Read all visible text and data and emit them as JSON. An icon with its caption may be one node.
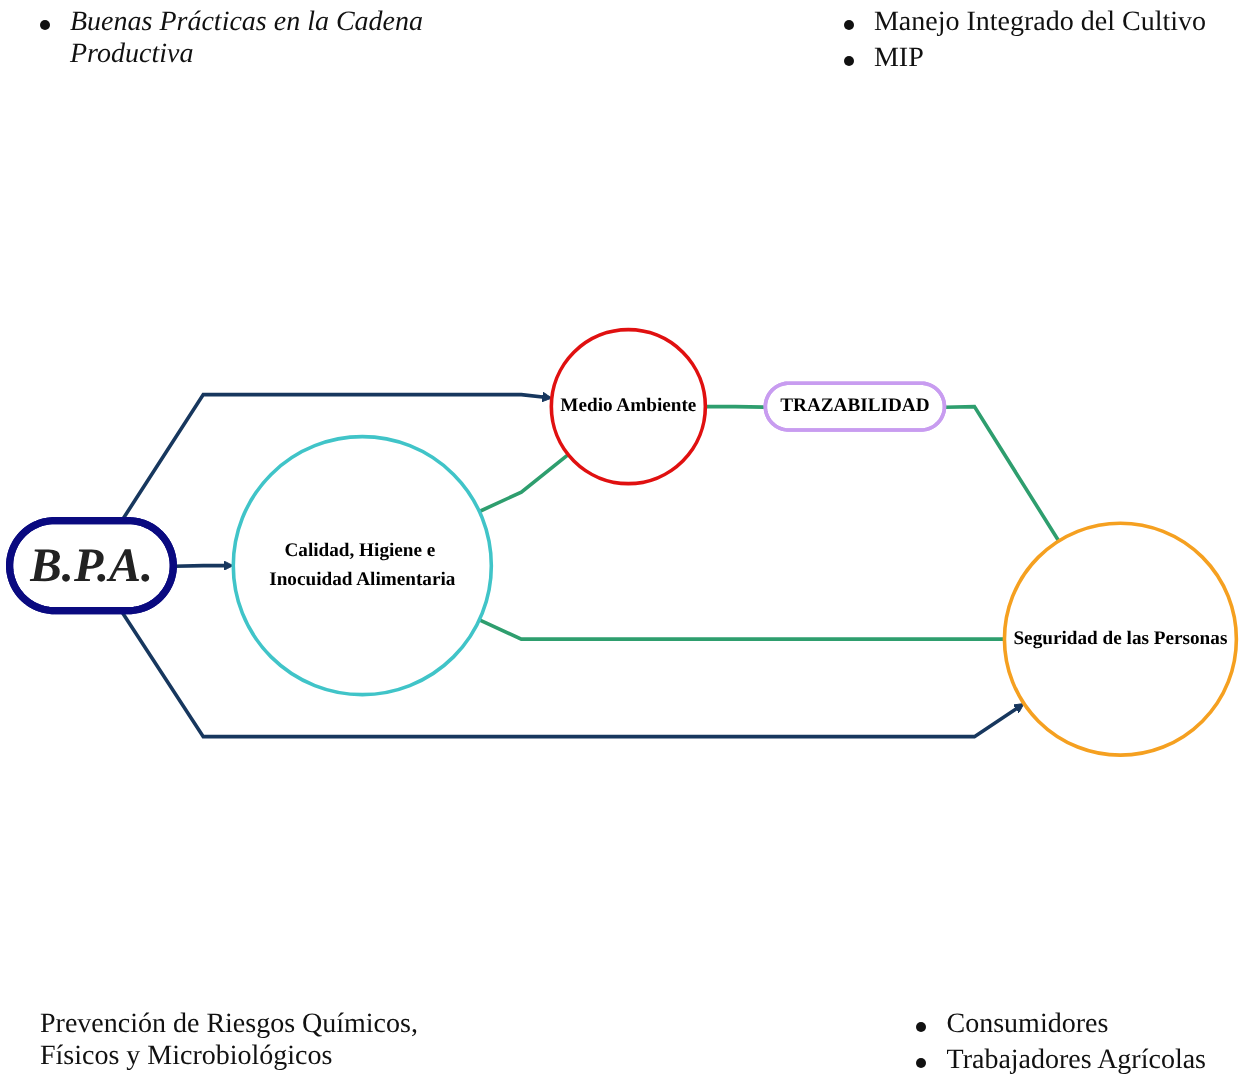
{
  "diagram": {
    "nodes": [
      {
        "text": [
          "Medio Ambiente"
        ]
      },
      {
        "text": [
          "Calidad, Higiene e Inocuidad Alimentaria"
        ]
      },
      {
        "text": [
          "B.P.A."
        ]
      },
      {
        "text": [
          "TRAZABILIDAD"
        ]
      },
      {
        "text": [
          "Seguridad de las Personas"
        ]
      }
    ],
    "edges": [
      {
        "from": 2,
        "to": 0,
        "arrow": "to",
        "color": "#17375e"
      },
      {
        "from": 2,
        "to": 1,
        "arrow": "to",
        "color": "#17375e"
      },
      {
        "from": 2,
        "to": 4,
        "arrow": "to",
        "color": "#17375e"
      },
      {
        "from": 1,
        "to": 0,
        "arrow": "none"
      },
      {
        "from": 1,
        "to": 4,
        "arrow": "none"
      },
      {
        "from": 0,
        "to": 3,
        "arrow": "none"
      },
      {
        "from": 3,
        "to": 4,
        "arrow": "none"
      }
    ],
    "labels": [
      "Manejo Integrado del Cultivo",
      "MIP",
      "Buenas Prácticas en la Cadena Productiva",
      "Prevención de Riesgos Químicos, Físicos y Microbiológicos",
      "Consumidores",
      "Trabajadores Agrícolas"
    ]
  }
}
